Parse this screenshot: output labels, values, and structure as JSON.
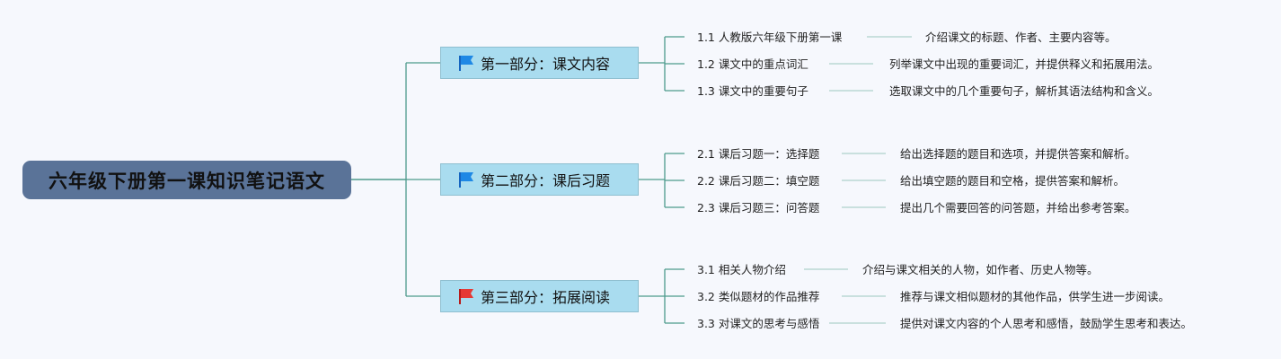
{
  "root": {
    "label": "六年级下册第一课知识笔记语文"
  },
  "branches": [
    {
      "label": "第一部分：课文内容",
      "flag_color": "#1e88e5",
      "items": [
        {
          "label": "1.1 人教版六年级下册第一课",
          "desc": "介绍课文的标题、作者、主要内容等。"
        },
        {
          "label": "1.2 课文中的重点词汇",
          "desc": "列举课文中出现的重要词汇，并提供释义和拓展用法。"
        },
        {
          "label": "1.3 课文中的重要句子",
          "desc": "选取课文中的几个重要句子，解析其语法结构和含义。"
        }
      ]
    },
    {
      "label": "第二部分：课后习题",
      "flag_color": "#1e88e5",
      "items": [
        {
          "label": "2.1 课后习题一：选择题",
          "desc": "给出选择题的题目和选项，并提供答案和解析。"
        },
        {
          "label": "2.2 课后习题二：填空题",
          "desc": "给出填空题的题目和空格，提供答案和解析。"
        },
        {
          "label": "2.3 课后习题三：问答题",
          "desc": "提出几个需要回答的问答题，并给出参考答案。"
        }
      ]
    },
    {
      "label": "第三部分：拓展阅读",
      "flag_color": "#e53935",
      "items": [
        {
          "label": "3.1 相关人物介绍",
          "desc": "介绍与课文相关的人物，如作者、历史人物等。"
        },
        {
          "label": "3.2 类似题材的作品推荐",
          "desc": "推荐与课文相似题材的其他作品，供学生进一步阅读。"
        },
        {
          "label": "3.3 对课文的思考与感悟",
          "desc": "提供对课文内容的个人思考和感悟，鼓励学生思考和表达。"
        }
      ]
    }
  ],
  "colors": {
    "connector": "#4e9a8c",
    "root_bg": "#5a7398",
    "branch_bg": "#a9dcef"
  }
}
